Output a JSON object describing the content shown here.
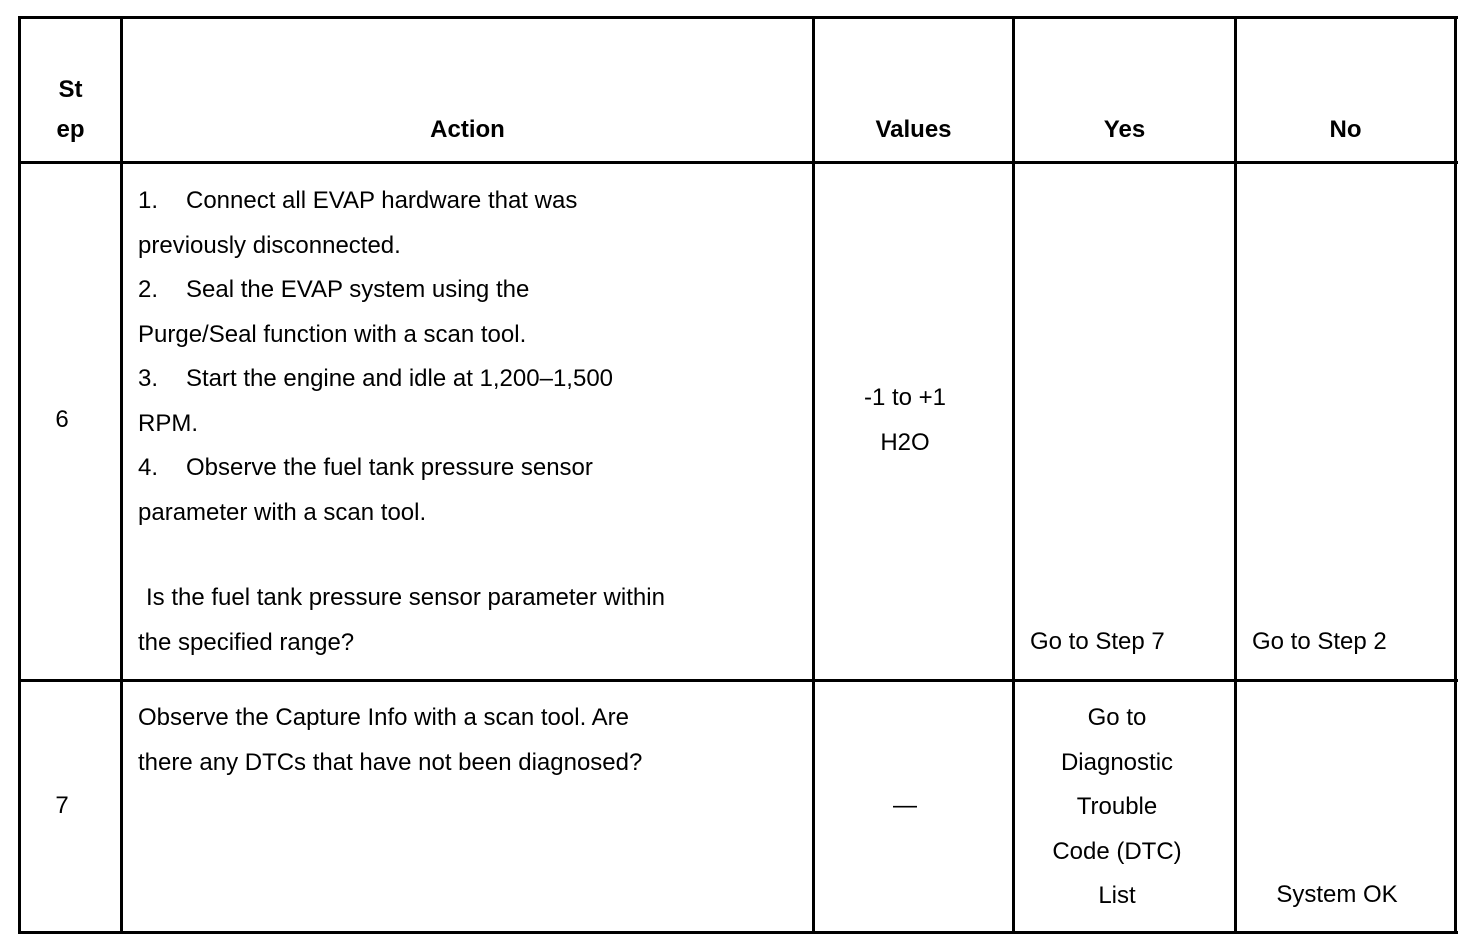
{
  "table": {
    "headers": {
      "step_line1": "St",
      "step_line2": "ep",
      "action": "Action",
      "values": "Values",
      "yes": "Yes",
      "no": "No"
    },
    "rows": [
      {
        "step": "6",
        "actions": [
          {
            "num": "1.",
            "line1": "Connect all EVAP hardware that was",
            "line2": "previously disconnected."
          },
          {
            "num": "2.",
            "line1": "Seal the EVAP system using the",
            "line2": "Purge/Seal function with a scan tool."
          },
          {
            "num": "3.",
            "line1": "Start the engine and idle at 1,200–1,500",
            "line2": "RPM."
          },
          {
            "num": "4.",
            "line1": "Observe the fuel tank pressure sensor",
            "line2": "parameter with a scan tool."
          }
        ],
        "question_line1": "Is the fuel tank pressure sensor parameter within",
        "question_line2": "the specified range?",
        "value_line1": "-1 to +1",
        "value_line2": "H2O",
        "yes": "Go to Step 7",
        "no": "Go to Step 2"
      },
      {
        "step": "7",
        "action_line1": "Observe the Capture Info with a scan tool. Are",
        "action_line2": "there any DTCs that have not been diagnosed?",
        "value": "—",
        "yes_lines": [
          "Go to",
          "Diagnostic",
          "Trouble",
          "Code (DTC)",
          "List"
        ],
        "no": "System OK"
      }
    ]
  }
}
